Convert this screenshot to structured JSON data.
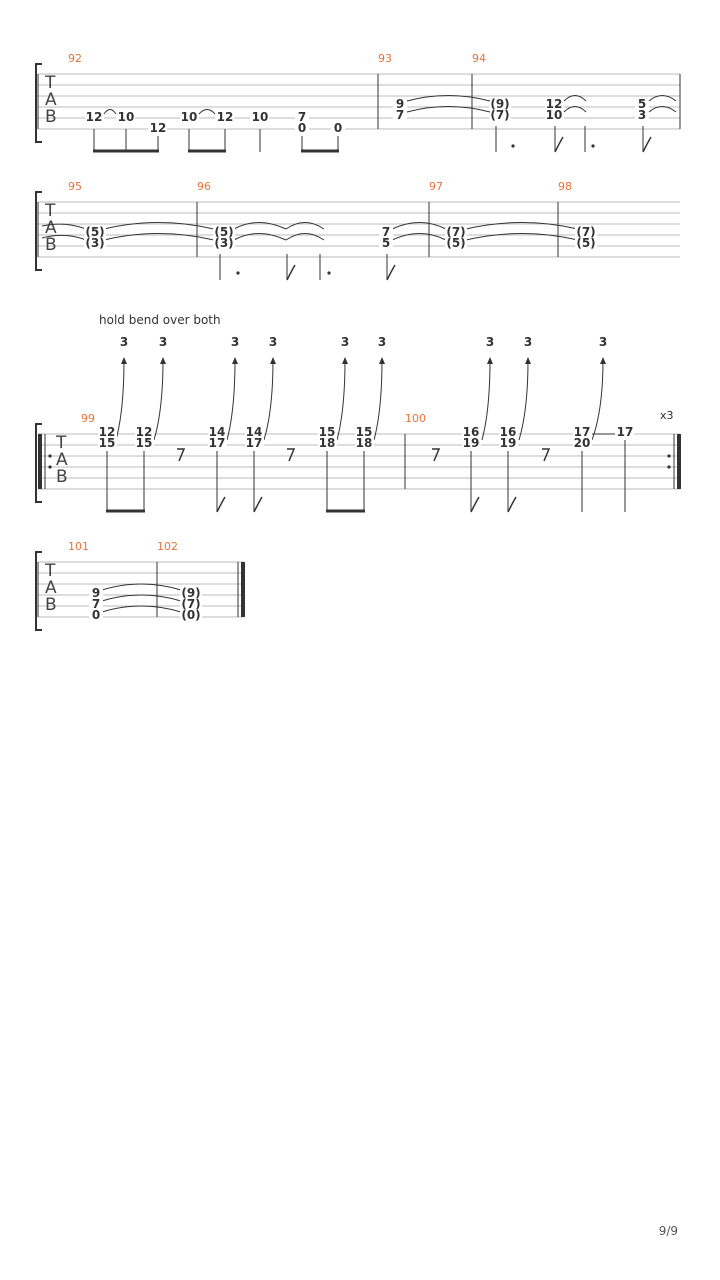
{
  "tab_label": [
    "T",
    "A",
    "B"
  ],
  "annotation": "hold bend over both",
  "repeat_count": "x3",
  "page_number": "9/9",
  "colors": {
    "measure_number": "#e8733a",
    "ink": "#333333",
    "staff_line": "#bbbbbb"
  },
  "systems": [
    {
      "id": "system-1",
      "measures": [
        {
          "number": "92",
          "notes": [
            {
              "string": 5,
              "fret": "12",
              "time": 0
            },
            {
              "string": 5,
              "fret": "10",
              "time": 1
            },
            {
              "string": 6,
              "fret": "12",
              "time": 2
            },
            {
              "string": 5,
              "fret": "10",
              "time": 3
            },
            {
              "string": 5,
              "fret": "12",
              "time": 4
            },
            {
              "string": 5,
              "fret": "10",
              "time": 5
            },
            {
              "string": 5,
              "fret": "7",
              "time": 6
            },
            {
              "string": 6,
              "fret": "0",
              "time": 6
            },
            {
              "string": 6,
              "fret": "0",
              "time": 7
            }
          ]
        },
        {
          "number": "93",
          "notes": [
            {
              "string": 4,
              "fret": "9",
              "time": 0
            },
            {
              "string": 5,
              "fret": "7",
              "time": 0
            }
          ]
        },
        {
          "number": "94",
          "notes": [
            {
              "string": 4,
              "fret": "(9)",
              "time": 0
            },
            {
              "string": 5,
              "fret": "(7)",
              "time": 0
            },
            {
              "string": 4,
              "fret": "12",
              "time": 1
            },
            {
              "string": 5,
              "fret": "10",
              "time": 1
            },
            {
              "string": 4,
              "fret": "5",
              "time": 2
            },
            {
              "string": 5,
              "fret": "3",
              "time": 2
            }
          ]
        }
      ]
    },
    {
      "id": "system-2",
      "measures": [
        {
          "number": "95",
          "notes": [
            {
              "string": 4,
              "fret": "(5)",
              "time": 0
            },
            {
              "string": 5,
              "fret": "(3)",
              "time": 0
            }
          ]
        },
        {
          "number": "96",
          "notes": [
            {
              "string": 4,
              "fret": "(5)",
              "time": 0
            },
            {
              "string": 5,
              "fret": "(3)",
              "time": 0
            },
            {
              "string": 4,
              "fret": "7",
              "time": 1
            },
            {
              "string": 5,
              "fret": "5",
              "time": 1
            }
          ]
        },
        {
          "number": "97",
          "notes": [
            {
              "string": 4,
              "fret": "(7)",
              "time": 0
            },
            {
              "string": 5,
              "fret": "(5)",
              "time": 0
            }
          ]
        },
        {
          "number": "98",
          "notes": [
            {
              "string": 4,
              "fret": "(7)",
              "time": 0
            },
            {
              "string": 5,
              "fret": "(5)",
              "time": 0
            }
          ]
        }
      ]
    },
    {
      "id": "system-3",
      "measures": [
        {
          "number": "99",
          "notes": [
            {
              "string": 1,
              "fret": "12",
              "time": 0
            },
            {
              "string": 2,
              "fret": "15",
              "time": 0
            },
            {
              "bend": "3",
              "time": 0
            },
            {
              "string": 1,
              "fret": "12",
              "time": 1
            },
            {
              "string": 2,
              "fret": "15",
              "time": 1
            },
            {
              "bend": "3",
              "time": 1
            },
            {
              "string": 1,
              "fret": "14",
              "time": 2
            },
            {
              "string": 2,
              "fret": "17",
              "time": 2
            },
            {
              "bend": "3",
              "time": 2
            },
            {
              "string": 1,
              "fret": "14",
              "time": 3
            },
            {
              "string": 2,
              "fret": "17",
              "time": 3
            },
            {
              "bend": "3",
              "time": 3
            },
            {
              "string": 1,
              "fret": "15",
              "time": 4
            },
            {
              "string": 2,
              "fret": "18",
              "time": 4
            },
            {
              "bend": "3",
              "time": 4
            },
            {
              "string": 1,
              "fret": "15",
              "time": 5
            },
            {
              "string": 2,
              "fret": "18",
              "time": 5
            },
            {
              "bend": "3",
              "time": 5
            }
          ]
        },
        {
          "number": "100",
          "notes": [
            {
              "string": 1,
              "fret": "16",
              "time": 0
            },
            {
              "string": 2,
              "fret": "19",
              "time": 0
            },
            {
              "bend": "3",
              "time": 0
            },
            {
              "string": 1,
              "fret": "16",
              "time": 1
            },
            {
              "string": 2,
              "fret": "19",
              "time": 1
            },
            {
              "bend": "3",
              "time": 1
            },
            {
              "string": 1,
              "fret": "17",
              "time": 2
            },
            {
              "string": 2,
              "fret": "20",
              "time": 2
            },
            {
              "bend": "3",
              "time": 2
            },
            {
              "string": 1,
              "fret": "17",
              "time": 3
            }
          ]
        }
      ]
    },
    {
      "id": "system-4",
      "measures": [
        {
          "number": "101",
          "notes": [
            {
              "string": 4,
              "fret": "9",
              "time": 0
            },
            {
              "string": 5,
              "fret": "7",
              "time": 0
            },
            {
              "string": 6,
              "fret": "0",
              "time": 0
            }
          ]
        },
        {
          "number": "102",
          "notes": [
            {
              "string": 4,
              "fret": "(9)",
              "time": 0
            },
            {
              "string": 5,
              "fret": "(7)",
              "time": 0
            },
            {
              "string": 6,
              "fret": "(0)",
              "time": 0
            }
          ]
        }
      ]
    }
  ]
}
